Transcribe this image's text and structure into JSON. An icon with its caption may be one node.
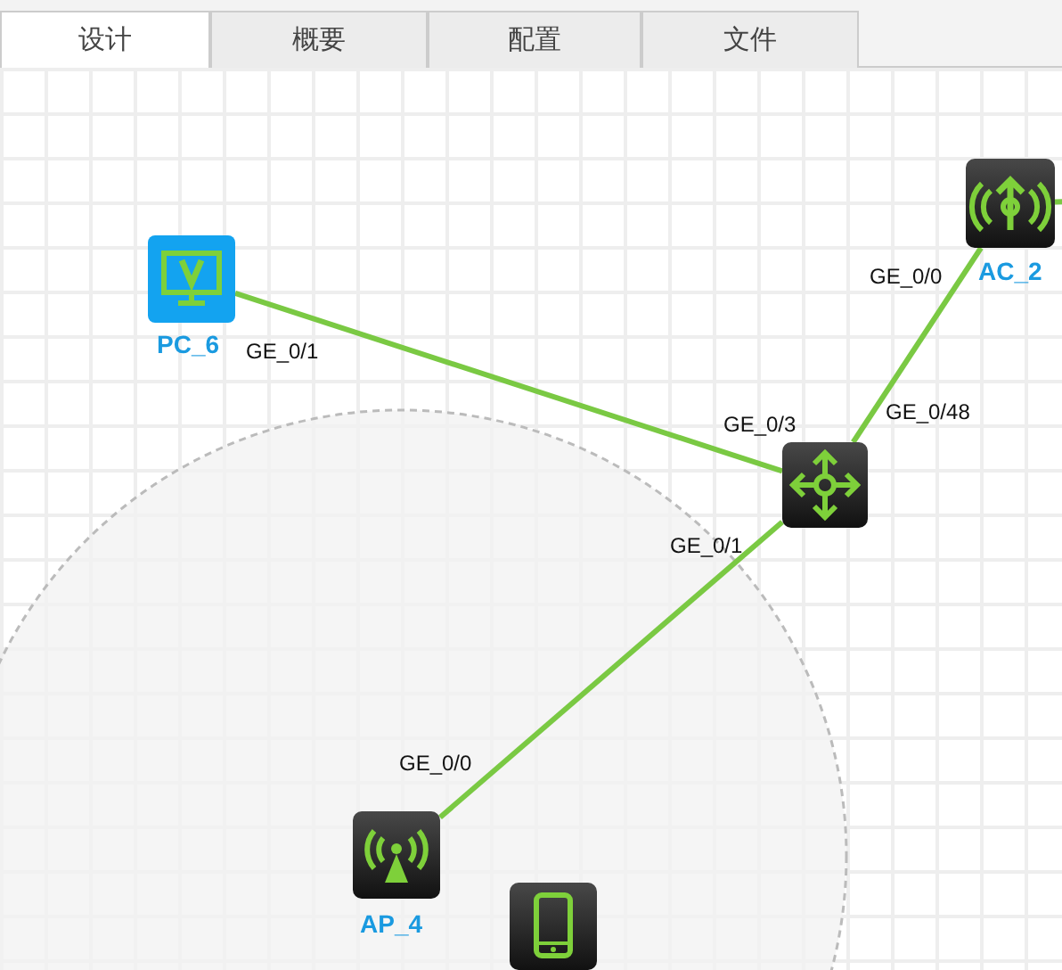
{
  "diagram": {
    "nodes": [
      {
        "text": [
          "设计"
        ]
      },
      {
        "text": [
          "概要"
        ]
      },
      {
        "text": [
          "配置"
        ]
      },
      {
        "text": [
          "文件"
        ]
      },
      {
        "text": [
          "AC_2"
        ]
      },
      {
        "text": [
          "PC_6"
        ]
      },
      {
        "text": [],
        "shape": "picture"
      },
      {
        "text": [
          "AP_4"
        ]
      },
      {
        "text": [],
        "shape": "picture"
      }
    ],
    "edges": [
      {
        "from": 4,
        "to": null,
        "arrow": "none"
      },
      {
        "from": 5,
        "to": 6,
        "arrow": "none"
      },
      {
        "from": 4,
        "to": 6,
        "arrow": "none"
      },
      {
        "from": 6,
        "to": 7,
        "arrow": "none"
      }
    ],
    "labels": [
      "GE_0/0",
      "GE_0/1",
      "GE_0/48",
      "GE_0/3",
      "GE_0/1",
      "GE_0/0"
    ]
  }
}
